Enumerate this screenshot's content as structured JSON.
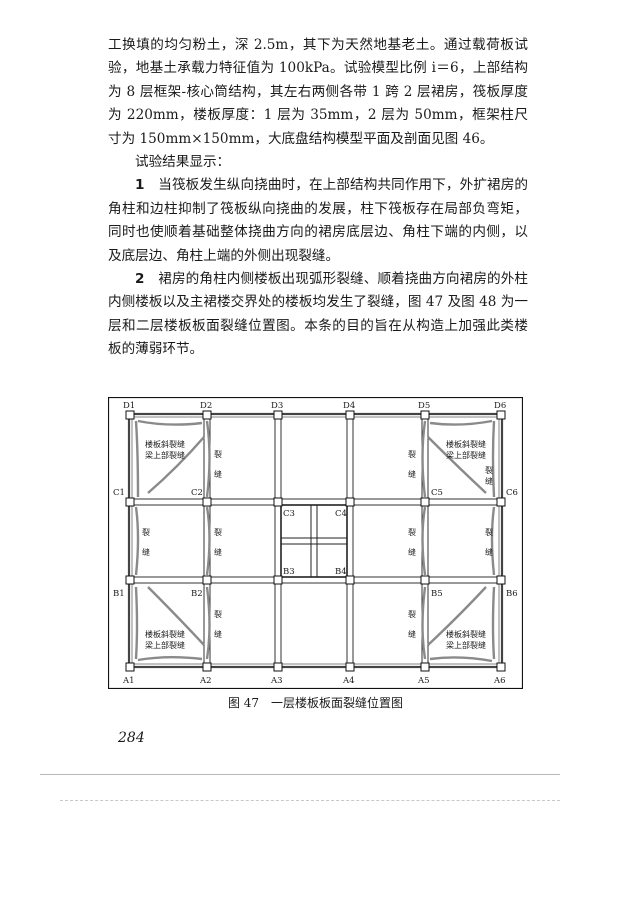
{
  "paragraphs": {
    "p1": "工换填的均匀粉土，深 2.5m，其下为天然地基老土。通过载荷板试验，地基土承载力特征值为 100kPa。试验模型比例 i＝6，上部结构为 8 层框架-核心筒结构，其左右两侧各带 1 跨 2 层裙房，筏板厚度为 220mm，楼板厚度：1 层为 35mm，2 层为 50mm，框架柱尺寸为 150mm×150mm，大底盘结构模型平面及剖面见图 46。",
    "p2": "试验结果显示：",
    "p3_num": "1",
    "p3": "当筏板发生纵向挠曲时，在上部结构共同作用下，外扩裙房的角柱和边柱抑制了筏板纵向挠曲的发展，柱下筏板存在局部负弯矩，同时也使顺着基础整体挠曲方向的裙房底层边、角柱下端的内侧，以及底层边、角柱上端的外侧出现裂缝。",
    "p4_num": "2",
    "p4": "裙房的角柱内侧楼板出现弧形裂缝、顺着挠曲方向裙房的外柱内侧楼板以及主裙楼交界处的楼板均发生了裂缝，图 47 及图 48 为一层和二层楼板板面裂缝位置图。本条的目的旨在从构造上加强此类楼板的薄弱环节。"
  },
  "figure": {
    "top_labels": [
      "D1",
      "D2",
      "D3",
      "D4",
      "D5",
      "D6"
    ],
    "c_labels": [
      "C1",
      "C2",
      "C3",
      "C4",
      "C5",
      "C6"
    ],
    "b_labels": [
      "B1",
      "B2",
      "B3",
      "B4",
      "B5",
      "B6"
    ],
    "bottom_labels": [
      "A1",
      "A2",
      "A3",
      "A4",
      "A5",
      "A6"
    ],
    "crack_note_line1": "楼板斜裂缝",
    "crack_note_line2": "梁上部裂缝",
    "crack_char_1": "裂",
    "crack_char_2": "缝",
    "caption": "图 47　一层楼板板面裂缝位置图"
  },
  "page_number": "284"
}
